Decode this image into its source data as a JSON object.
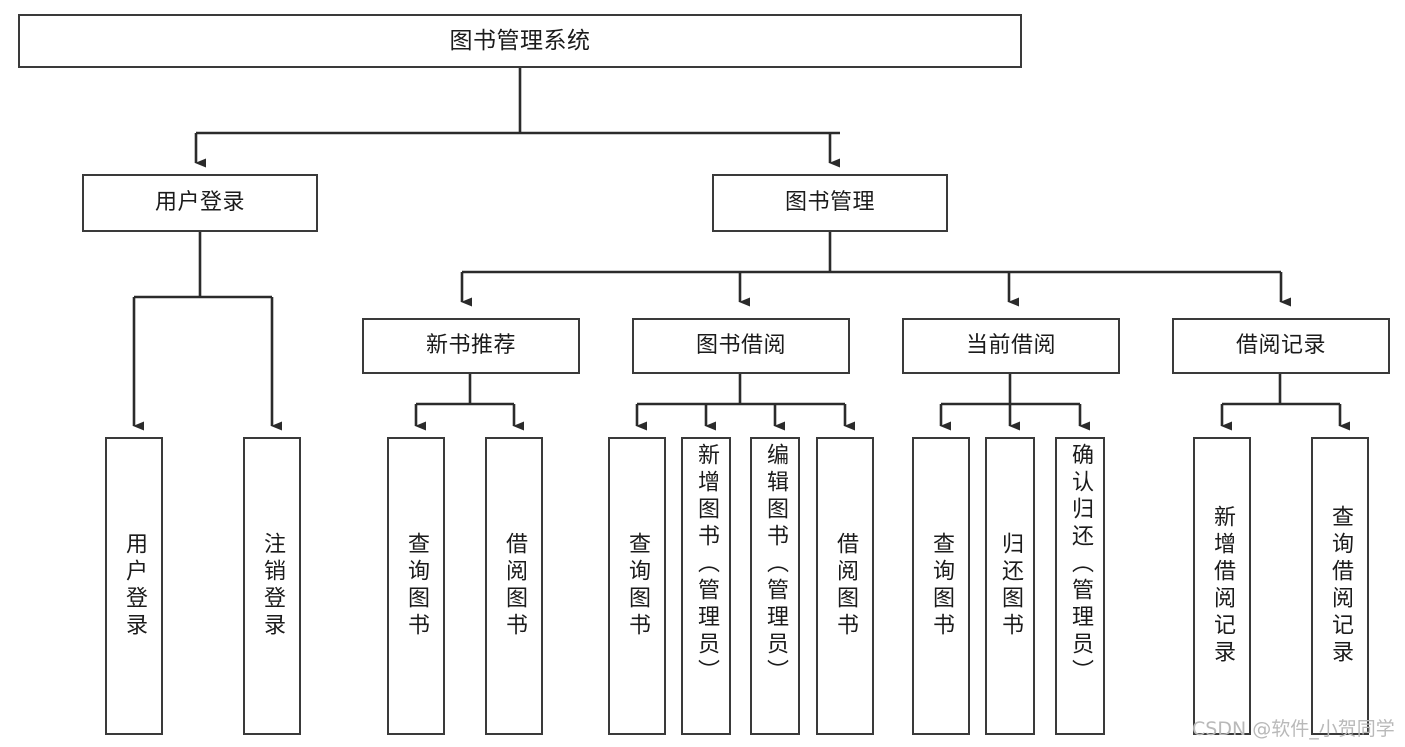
{
  "diagram": {
    "type": "tree-hierarchy",
    "title": "图书管理系统",
    "colors": {
      "box_border": "#3a3a3a",
      "box_fill": "#ffffff",
      "line": "#2b2b2b",
      "text": "#1b1b1b",
      "watermark": "#b9b9b9",
      "background": "#ffffff"
    },
    "watermark": "CSDN @软件_小贺同学",
    "levels": {
      "level1": [
        "图书管理系统"
      ],
      "level2": [
        "用户登录",
        "图书管理"
      ],
      "level3": [
        "新书推荐",
        "图书借阅",
        "当前借阅",
        "借阅记录"
      ],
      "level4": [
        "用户登录",
        "注销登录",
        "查询图书",
        "借阅图书",
        "查询图书",
        "新增图书（管理员）",
        "编辑图书（管理员）",
        "借阅图书",
        "查询图书",
        "归还图书",
        "确认归还（管理员）",
        "新增借阅记录",
        "查询借阅记录"
      ]
    },
    "nodes": {
      "root": {
        "label": "图书管理系统"
      },
      "user_login": {
        "label": "用户登录"
      },
      "book_manage": {
        "label": "图书管理"
      },
      "new_book_rec": {
        "label": "新书推荐"
      },
      "book_borrow": {
        "label": "图书借阅"
      },
      "current_borrow": {
        "label": "当前借阅"
      },
      "borrow_record": {
        "label": "借阅记录"
      },
      "leaf_user_login": {
        "label": "用户登录"
      },
      "leaf_logout": {
        "label": "注销登录"
      },
      "leaf_query_book_1": {
        "label": "查询图书"
      },
      "leaf_borrow_book_1": {
        "label": "借阅图书"
      },
      "leaf_query_book_2": {
        "label": "查询图书"
      },
      "leaf_add_book_admin": {
        "label": "新增图书（管理员）"
      },
      "leaf_edit_book_admin": {
        "label": "编辑图书（管理员）"
      },
      "leaf_borrow_book_2": {
        "label": "借阅图书"
      },
      "leaf_query_book_3": {
        "label": "查询图书"
      },
      "leaf_return_book": {
        "label": "归还图书"
      },
      "leaf_confirm_return_admin": {
        "label": "确认归还（管理员）"
      },
      "leaf_add_record": {
        "label": "新增借阅记录"
      },
      "leaf_query_record": {
        "label": "查询借阅记录"
      }
    },
    "edges": [
      {
        "from": "图书管理系统",
        "to": "用户登录"
      },
      {
        "from": "图书管理系统",
        "to": "图书管理"
      },
      {
        "from": "用户登录",
        "to": "用户登录"
      },
      {
        "from": "用户登录",
        "to": "注销登录"
      },
      {
        "from": "图书管理",
        "to": "新书推荐"
      },
      {
        "from": "图书管理",
        "to": "图书借阅"
      },
      {
        "from": "图书管理",
        "to": "当前借阅"
      },
      {
        "from": "图书管理",
        "to": "借阅记录"
      },
      {
        "from": "新书推荐",
        "to": "查询图书"
      },
      {
        "from": "新书推荐",
        "to": "借阅图书"
      },
      {
        "from": "图书借阅",
        "to": "查询图书"
      },
      {
        "from": "图书借阅",
        "to": "新增图书（管理员）"
      },
      {
        "from": "图书借阅",
        "to": "编辑图书（管理员）"
      },
      {
        "from": "图书借阅",
        "to": "借阅图书"
      },
      {
        "from": "当前借阅",
        "to": "查询图书"
      },
      {
        "from": "当前借阅",
        "to": "归还图书"
      },
      {
        "from": "当前借阅",
        "to": "确认归还（管理员）"
      },
      {
        "from": "借阅记录",
        "to": "新增借阅记录"
      },
      {
        "from": "借阅记录",
        "to": "查询借阅记录"
      }
    ]
  }
}
